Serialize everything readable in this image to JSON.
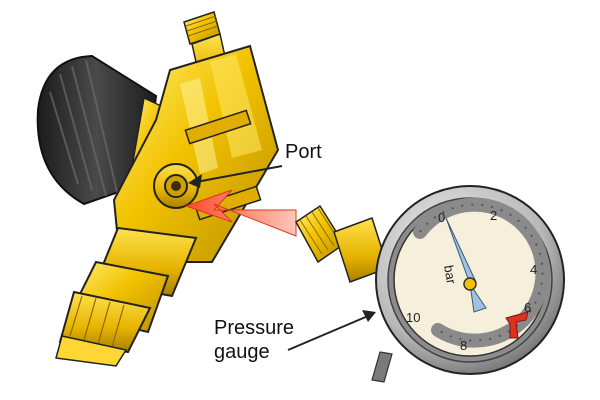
{
  "labels": {
    "port": "Port",
    "pressure_gauge_line1": "Pressure",
    "pressure_gauge_line2": "gauge"
  },
  "gauge": {
    "unit": "bar",
    "scale_numbers": [
      "0",
      "2",
      "4",
      "6",
      "8",
      "10"
    ]
  },
  "colors": {
    "brass": "#f2c200",
    "brass_dark": "#b98f00",
    "brass_light": "#ffe24d",
    "knob": "#2b2b2b",
    "dial_face": "#f6efdc",
    "arrow_red": "#ff5a3c",
    "outline": "#222222"
  },
  "icons": {
    "regulator": "regulator-valve-icon",
    "gauge": "pressure-gauge-icon"
  }
}
